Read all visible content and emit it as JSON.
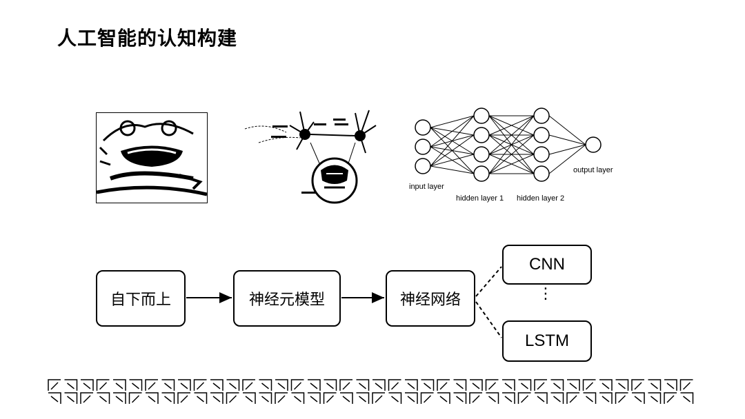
{
  "title": "人工智能的认知构建",
  "neural_network": {
    "input_label": "input layer",
    "hidden1_label": "hidden layer 1",
    "hidden2_label": "hidden layer 2",
    "output_label": "output layer"
  },
  "flow": {
    "step1": "自下而上",
    "step2": "神经元模型",
    "step3": "神经网络",
    "branch1": "CNN",
    "ellipsis": "⋮",
    "branch2": "LSTM"
  }
}
